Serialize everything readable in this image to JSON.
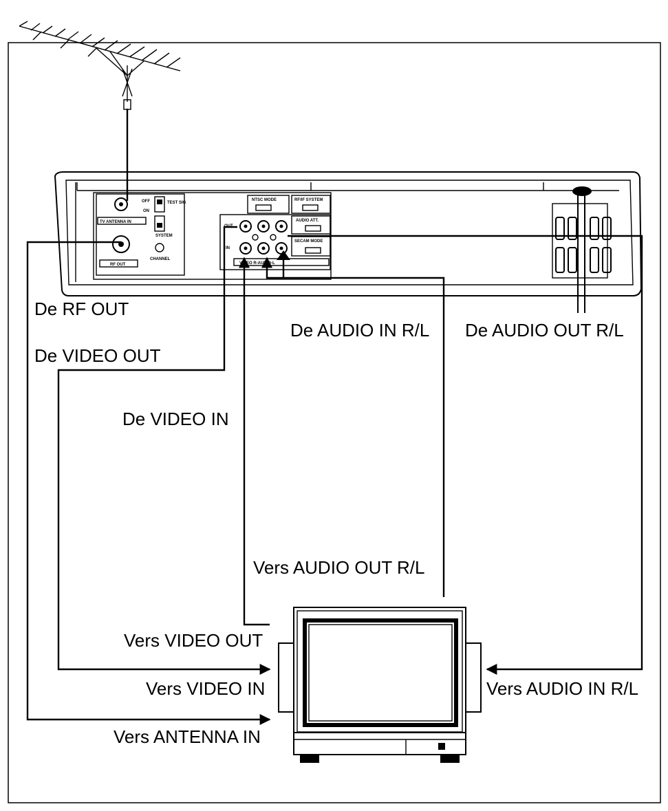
{
  "labels": {
    "rf_out": "De RF OUT",
    "video_out": "De VIDEO OUT",
    "video_in": "De VIDEO IN",
    "audio_in": "De AUDIO IN R/L",
    "audio_out": "De AUDIO OUT R/L",
    "to_audio_out": "Vers AUDIO OUT R/L",
    "to_video_out": "Vers VIDEO OUT",
    "to_video_in": "Vers VIDEO IN",
    "to_antenna_in": "Vers ANTENNA IN",
    "to_audio_in": "Vers AUDIO IN R/L"
  },
  "vcr_panel": {
    "tv_antenna_in": "TV ANTENNA IN",
    "rf_out": "RF OUT",
    "off": "OFF",
    "on": "ON",
    "test_sig": "TEST SIG",
    "system": "SYSTEM",
    "channel": "CHANNEL",
    "ntsc_mode": "NTSC MODE",
    "rf_system": "RF/IF SYSTEM",
    "audio_att": "AUDIO ATT.",
    "secam_mode": "SECAM MODE",
    "out": "OUT",
    "in": "IN",
    "video_audio": "VIDEO R-AUDIO-L"
  },
  "colors": {
    "ink": "#000000",
    "paper": "#ffffff"
  }
}
